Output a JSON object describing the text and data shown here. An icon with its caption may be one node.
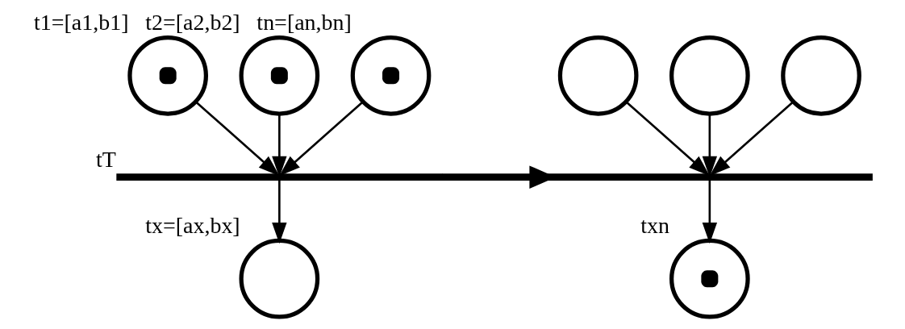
{
  "diagram": {
    "nodes": [
      {
        "text": [],
        "shape": "token",
        "beside": [
          "t1=[a1,b1]"
        ]
      },
      {
        "text": [],
        "shape": "token",
        "beside": [
          "t2=[a2,b2]"
        ]
      },
      {
        "text": [],
        "shape": "token",
        "beside": [
          "tn=[an,bn]"
        ]
      },
      {
        "text": [],
        "shape": "bar",
        "beside": [
          "tT"
        ]
      },
      {
        "text": [],
        "shape": "circle",
        "beside": [
          "tx=[ax,bx]"
        ]
      },
      {
        "text": [],
        "shape": "circle"
      },
      {
        "text": [],
        "shape": "circle"
      },
      {
        "text": [],
        "shape": "circle"
      },
      {
        "text": [],
        "shape": "bar"
      },
      {
        "text": [],
        "shape": "token",
        "beside": [
          "txn"
        ]
      }
    ],
    "edges": [
      {
        "from": 0,
        "to": 3,
        "arrow": "to"
      },
      {
        "from": 1,
        "to": 3,
        "arrow": "to"
      },
      {
        "from": 2,
        "to": 3,
        "arrow": "to"
      },
      {
        "from": 3,
        "to": 4,
        "arrow": "to"
      },
      {
        "from": 3,
        "to": 8,
        "arrow": "to",
        "style": "thick"
      },
      {
        "from": 5,
        "to": 8,
        "arrow": "to"
      },
      {
        "from": 6,
        "to": 8,
        "arrow": "to"
      },
      {
        "from": 7,
        "to": 8,
        "arrow": "to"
      },
      {
        "from": 8,
        "to": 9,
        "arrow": "to"
      }
    ]
  }
}
